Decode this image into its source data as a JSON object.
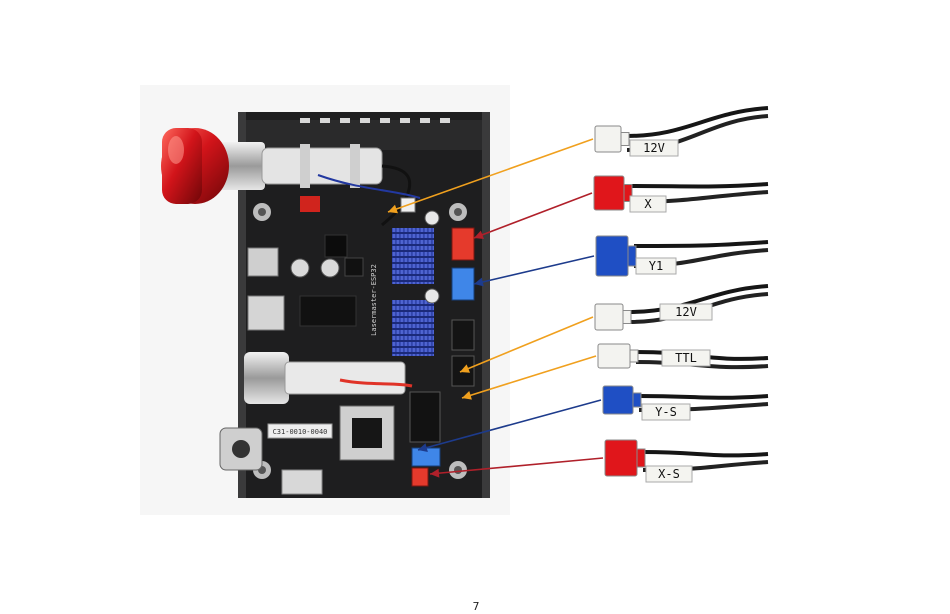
{
  "board": {
    "silkscreen_model": "Lasermaster-ESP32",
    "serial_label": "C31-0010-0040"
  },
  "connectors": [
    {
      "id": "12v-top",
      "label": "12V",
      "plug_color": "#f3f3f0",
      "arrow_color": "#f0a01e"
    },
    {
      "id": "x",
      "label": "X",
      "plug_color": "#e0161b",
      "arrow_color": "#b0202a"
    },
    {
      "id": "y1",
      "label": "Y1",
      "plug_color": "#1f4fc4",
      "arrow_color": "#1d3b8c"
    },
    {
      "id": "12v-mid",
      "label": "12V",
      "plug_color": "#f3f3f0",
      "arrow_color": "#f0a01e"
    },
    {
      "id": "ttl",
      "label": "TTL",
      "plug_color": "#f3f3f0",
      "arrow_color": "#f0a01e"
    },
    {
      "id": "y-s",
      "label": "Y-S",
      "plug_color": "#1f4fc4",
      "arrow_color": "#1d3b8c"
    },
    {
      "id": "x-s",
      "label": "X-S",
      "plug_color": "#e0161b",
      "arrow_color": "#b0202a"
    }
  ],
  "page_number": "7"
}
